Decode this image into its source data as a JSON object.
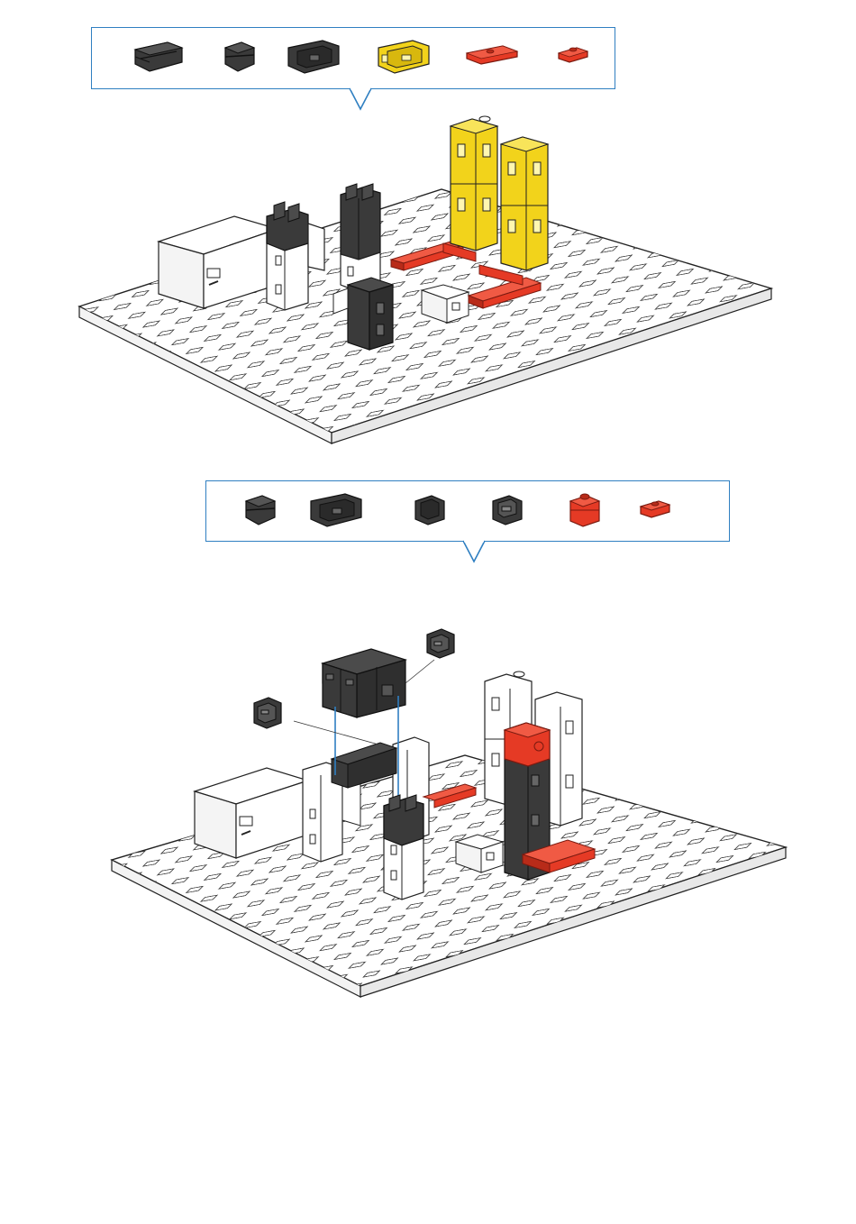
{
  "colors": {
    "frame": "#2f7fc1",
    "dark_part": "#3a3a3a",
    "dark_part_top": "#4b4b4b",
    "yellow_part": "#f2d31b",
    "yellow_dark": "#c9a90a",
    "red_part": "#e53a25",
    "red_dark": "#b82b19",
    "white_part": "#ffffff",
    "outline": "#222222",
    "plate": "#ffffff"
  },
  "step1": {
    "parts": [
      {
        "name": "building-block-30-black",
        "color": "dark"
      },
      {
        "name": "building-block-15-black",
        "color": "dark"
      },
      {
        "name": "angle-block-black",
        "color": "dark"
      },
      {
        "name": "angle-block-yellow",
        "color": "yellow"
      },
      {
        "name": "flat-plate-red",
        "color": "red"
      },
      {
        "name": "small-plate-red",
        "color": "red"
      }
    ]
  },
  "step2": {
    "parts": [
      {
        "name": "building-block-15-black",
        "color": "dark"
      },
      {
        "name": "angle-block-black",
        "color": "dark"
      },
      {
        "name": "cube-block-black",
        "color": "dark"
      },
      {
        "name": "angle-cube-black",
        "color": "dark"
      },
      {
        "name": "cube-block-red",
        "color": "red"
      },
      {
        "name": "small-plate-red",
        "color": "red"
      }
    ]
  }
}
